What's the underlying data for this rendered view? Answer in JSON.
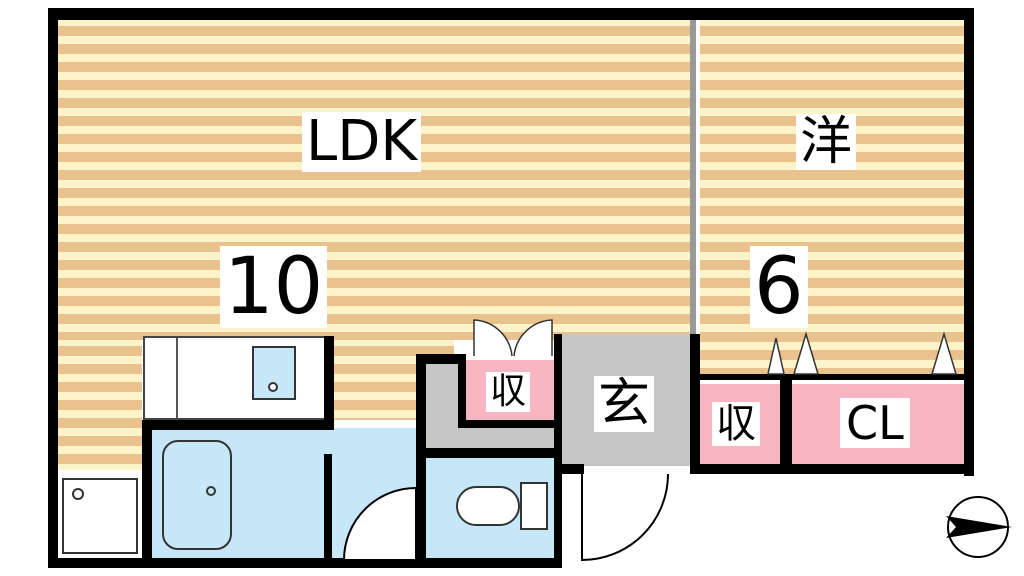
{
  "rooms": {
    "ldk": {
      "label": "LDK",
      "size": "10"
    },
    "western": {
      "label": "洋",
      "size": "6"
    },
    "storage_center": {
      "label": "収"
    },
    "storage_right": {
      "label": "収"
    },
    "closet": {
      "label": "CL"
    },
    "entrance": {
      "label": "玄"
    }
  },
  "colors": {
    "floor_light": "#fdf3c8",
    "floor_dark": "#e9c28d",
    "wet_area": "#c6e7f7",
    "storage": "#f6b5c0",
    "entrance": "#c6c6c6",
    "wall": "#000000"
  },
  "compass": {
    "icon": "north-arrow-icon"
  }
}
